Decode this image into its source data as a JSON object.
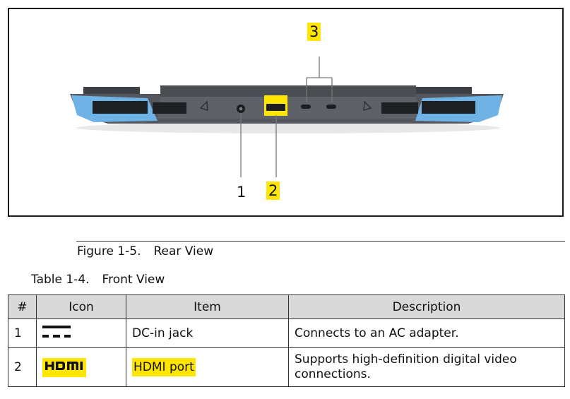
{
  "figure": {
    "callouts": [
      {
        "label": "1",
        "highlighted": false
      },
      {
        "label": "2",
        "highlighted": true
      },
      {
        "label": "3",
        "highlighted": true
      }
    ],
    "caption_number": "Figure 1-5.",
    "caption_title": "Rear View"
  },
  "table": {
    "caption_number": "Table 1-4.",
    "caption_title": "Front View",
    "headers": [
      "#",
      "Icon",
      "Item",
      "Description"
    ],
    "rows": [
      {
        "num": "1",
        "icon": "dc-in-icon",
        "item": "DC-in jack",
        "item_highlighted": false,
        "description": "Connects to an AC adapter."
      },
      {
        "num": "2",
        "icon": "hdmi-icon",
        "item": "HDMI port",
        "item_highlighted": true,
        "description": "Supports high-definition digital video connections."
      }
    ]
  },
  "colors": {
    "highlight": "#ffe600",
    "header_bg": "#d9d9d9",
    "vent_blue": "#6fb2e6",
    "chassis": "#54585e"
  }
}
